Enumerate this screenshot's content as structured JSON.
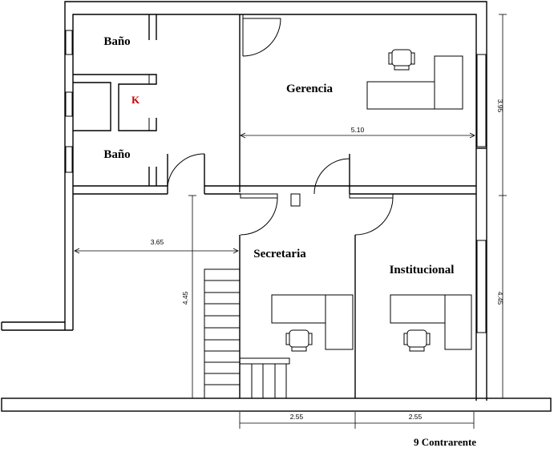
{
  "rooms": {
    "bano_top": "Baño",
    "bano_bottom": "Baño",
    "gerencia": "Gerencia",
    "secretaria": "Secretaria",
    "institucional": "Institucional"
  },
  "kitchen_marker": {
    "label": "K",
    "color": "#c00000"
  },
  "dimensions": {
    "gerencia_width": "5.10",
    "gerencia_height": "3.95",
    "hall_width": "3.65",
    "hall_height": "4.45",
    "right_lower_height": "4.45",
    "secretaria_width": "2.55",
    "institucional_width": "2.55"
  },
  "caption": "9 Contrarente"
}
